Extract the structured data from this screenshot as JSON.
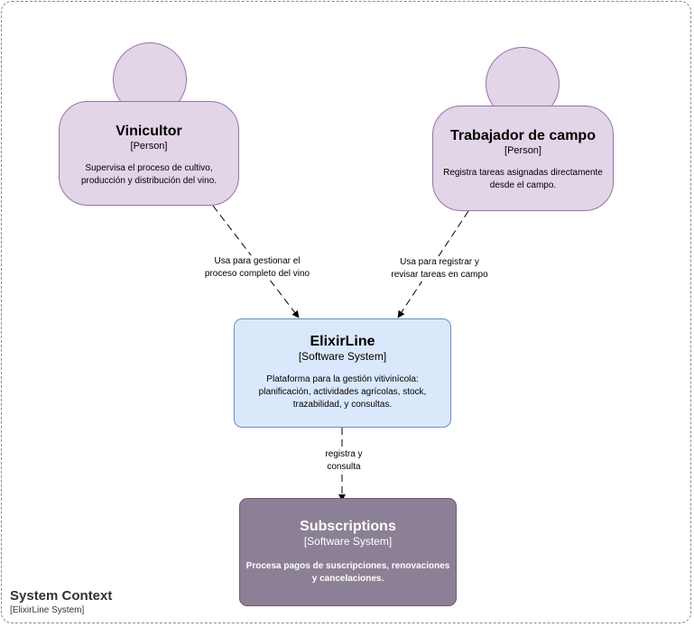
{
  "diagram": {
    "boundary": {
      "title": "System Context",
      "subtitle": "[ElixirLine System]"
    },
    "persons": [
      {
        "name": "Vinicultor",
        "type": "[Person]",
        "description_lines": [
          "Supervisa el proceso de cultivo,",
          "producción y distribución del vino."
        ]
      },
      {
        "name": "Trabajador de campo",
        "type": "[Person]",
        "description_lines": [
          "Registra tareas asignadas directamente",
          "desde el campo."
        ]
      }
    ],
    "systems": [
      {
        "name": "ElixirLine",
        "type": "[Software System]",
        "description_lines": [
          "Plataforma para la gestión vitivinícola:",
          "planificación, actividades agrícolas, stock,",
          "trazabilidad, y consultas."
        ],
        "fill": "#dae8fc"
      },
      {
        "name": "Subscriptions",
        "type": "[Software System]",
        "description_lines": [
          "Procesa pagos de suscripciones, renovaciones",
          "y cancelaciones."
        ],
        "fill": "#8c8096"
      }
    ],
    "relationships": [
      {
        "from": "Vinicultor",
        "to": "ElixirLine",
        "label_lines": [
          "Usa para gestionar el",
          "proceso completo del vino"
        ]
      },
      {
        "from": "Trabajador de campo",
        "to": "ElixirLine",
        "label_lines": [
          "Usa para registrar y",
          "revisar tareas en campo"
        ]
      },
      {
        "from": "ElixirLine",
        "to": "Subscriptions",
        "label_lines": [
          "registra y",
          "consulta"
        ]
      }
    ],
    "colors": {
      "person_fill": "#e1d5e7",
      "person_stroke": "#9673a6",
      "system_stroke": "#6c8ebf",
      "external_system_stroke": "#685b72",
      "edge": "#000000"
    }
  }
}
